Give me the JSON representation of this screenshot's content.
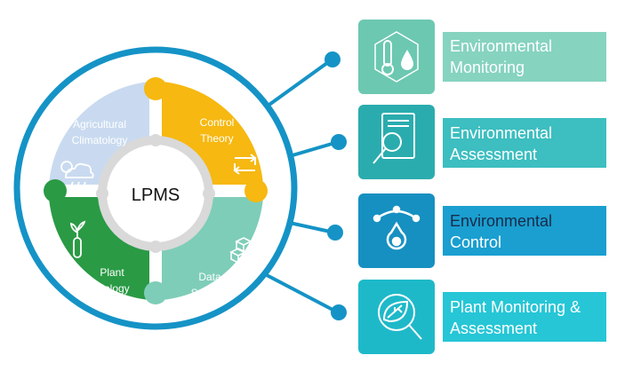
{
  "center": {
    "label": "LPMS"
  },
  "quadrants": [
    {
      "lines": [
        "Agricultural",
        "Climatology"
      ],
      "color": "#c9daf0",
      "icon": "cloud-sun-rain-icon"
    },
    {
      "lines": [
        "Control",
        "Theory"
      ],
      "color": "#f6b811",
      "icon": "cycle-arrows-icon"
    },
    {
      "lines": [
        "Plant",
        "Biology"
      ],
      "color": "#2a9a45",
      "icon": "test-tube-plant-icon"
    },
    {
      "lines": [
        "Data",
        "Science"
      ],
      "color": "#7ecdb8",
      "icon": "cubes-icon"
    }
  ],
  "outputs": [
    {
      "lines": [
        "Environmental",
        "Monitoring"
      ],
      "color": "#86d3c0",
      "tile": "#6cc8b1",
      "icon": "thermometer-drop-icon"
    },
    {
      "lines": [
        "Environmental",
        "Assessment"
      ],
      "color": "#3dbec0",
      "tile": "#2aacae",
      "icon": "document-magnifier-icon"
    },
    {
      "lines": [
        "Environmental",
        "Control"
      ],
      "color": "#1a9fd0",
      "tile": "#1690c1",
      "icon": "gauge-control-icon"
    },
    {
      "lines": [
        "Plant Monitoring &",
        "Assessment"
      ],
      "color": "#26c6d6",
      "tile": "#1eb9c9",
      "icon": "leaf-magnifier-icon"
    }
  ],
  "colors": {
    "ring": "#1593c6",
    "connector": "#1593c6",
    "center_border": "#d9d9d9"
  }
}
